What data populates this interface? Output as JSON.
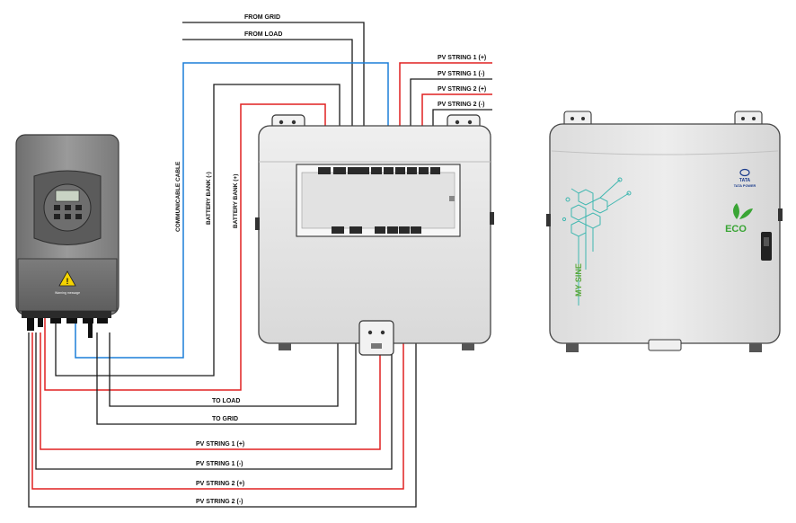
{
  "labels": {
    "from_grid": "FROM GRID",
    "from_load": "FROM LOAD",
    "pv1_pos_top": "PV STRING 1 (+)",
    "pv1_neg_top": "PV STRING 1 (-)",
    "pv2_pos_top": "PV STRING 2 (+)",
    "pv2_neg_top": "PV STRING 2 (-)",
    "communicable_cable": "COMMUNICABLE CABLE",
    "battery_bank_neg": "BATTERY BANK (-)",
    "battery_bank_pos": "BATTERY BANK (+)",
    "to_load": "TO LOAD",
    "to_grid": "TO GRID",
    "pv1_pos_bottom": "PV STRING 1 (+)",
    "pv1_neg_bottom": "PV STRING 1 (-)",
    "pv2_pos_bottom": "PV STRING 2 (+)",
    "pv2_neg_bottom": "PV STRING 2 (-)"
  },
  "cabinet": {
    "brand_line1": "TATA",
    "brand_line2": "TATA POWER",
    "eco_label": "ECO",
    "product_name": "MY SINE"
  },
  "inverter": {
    "warning_caption": "Warning message"
  },
  "colors": {
    "wire_black": "#1a1a1a",
    "wire_red": "#e02020",
    "wire_blue": "#1b7fd8",
    "cabinet_body": "#e6e6e6",
    "inverter_body": "#8a8a8a",
    "eco_green": "#3aa535",
    "tata_blue": "#1b3c8c"
  }
}
